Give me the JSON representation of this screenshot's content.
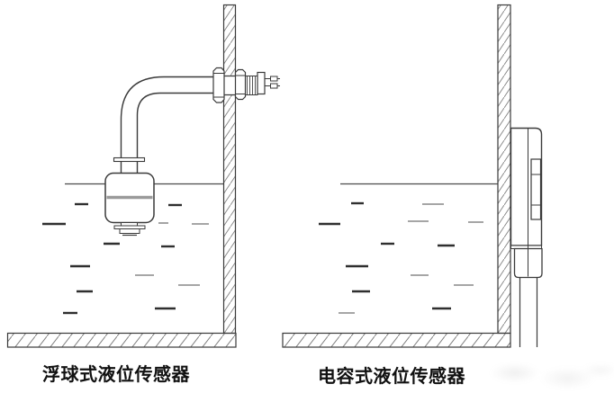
{
  "page": {
    "background": "#ffffff"
  },
  "colors": {
    "line": "#3a3a3a",
    "water_line": "#4a4a4a",
    "hatch": "#8a8a8a",
    "water_dash_dark": "#2f2f2f",
    "water_dash_light": "#9a9a9a",
    "float_band": "#9a9a9a",
    "text": "#111111"
  },
  "figures": {
    "left": {
      "caption": "浮球式液位传感器",
      "water_dashes": [
        [
          83,
          227,
          15,
          "d"
        ],
        [
          187,
          228,
          15,
          "d"
        ],
        [
          47,
          249,
          26,
          "d"
        ],
        [
          176,
          248,
          11,
          "l"
        ],
        [
          213,
          249,
          19,
          "l"
        ],
        [
          115,
          271,
          18,
          "d"
        ],
        [
          179,
          274,
          15,
          "d"
        ],
        [
          78,
          296,
          22,
          "d"
        ],
        [
          150,
          306,
          21,
          "l"
        ],
        [
          198,
          317,
          24,
          "l"
        ],
        [
          85,
          324,
          18,
          "d"
        ],
        [
          172,
          343,
          23,
          "d"
        ],
        [
          70,
          348,
          16,
          "d"
        ]
      ]
    },
    "right": {
      "caption": "电容式液位传感器",
      "water_dashes": [
        [
          390,
          226,
          14,
          "d"
        ],
        [
          469,
          227,
          24,
          "l"
        ],
        [
          354,
          249,
          24,
          "d"
        ],
        [
          453,
          246,
          23,
          "l"
        ],
        [
          520,
          247,
          17,
          "l"
        ],
        [
          423,
          271,
          15,
          "d"
        ],
        [
          486,
          273,
          19,
          "d"
        ],
        [
          384,
          296,
          25,
          "d"
        ],
        [
          456,
          306,
          20,
          "l"
        ],
        [
          504,
          317,
          22,
          "l"
        ],
        [
          391,
          324,
          20,
          "d"
        ],
        [
          480,
          343,
          21,
          "d"
        ],
        [
          376,
          348,
          18,
          "l"
        ]
      ]
    }
  }
}
